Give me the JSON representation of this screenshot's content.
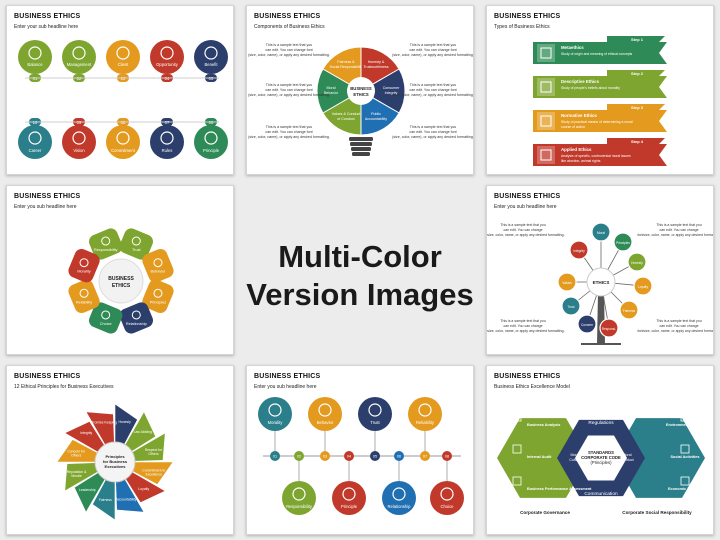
{
  "center": {
    "line1": "Multi-Color",
    "line2": "Version Images"
  },
  "slides": [
    {
      "title": "BUSINESS ETHICS",
      "subtitle": "Enter your sub headline here",
      "top_labels": [
        "Balance",
        "Management",
        "Client",
        "Opportunity",
        "Benefit"
      ],
      "top_nums": [
        "01",
        "02",
        "03",
        "04",
        "05"
      ],
      "bottom_labels": [
        "Career",
        "Vision",
        "Commitment",
        "Rules",
        "Principle"
      ],
      "bottom_nums": [
        "10",
        "09",
        "08",
        "07",
        "06"
      ]
    },
    {
      "title": "BUSINESS ETHICS",
      "subtitle": "Components of Business Ethics",
      "center_label": "BUSINESS ETHICS",
      "segments": [
        "Fairness & Social Responsibility",
        "Honesty & Trustworthiness",
        "Consumer Integrity",
        "Public Accountability",
        "Values & Conduct of Conduct",
        "Moral Behavior"
      ],
      "sample": "This is a sample text that you can edit. You can change font (size, color, name), or apply any desired formatting."
    },
    {
      "title": "BUSINESS ETHICS",
      "subtitle": "Types of Business Ethics",
      "steps": [
        {
          "step": "Step 1",
          "name": "Metaethics",
          "desc": "Study of origin and meaning of ethical concepts"
        },
        {
          "step": "Step 2",
          "name": "Descriptive Ethics",
          "desc": "Study of people's beliefs about morality"
        },
        {
          "step": "Step 3",
          "name": "Normative Ethics",
          "desc": "Study of practical means of determining a moral course of action"
        },
        {
          "step": "Step 4",
          "name": "Applied Ethics",
          "desc": "Analysis of specific, controversial moral issues like abortion, animal rights"
        }
      ]
    },
    {
      "title": "BUSINESS ETHICS",
      "subtitle": "Enter you sub headline here",
      "center_label": "BUSINESS ETHICS",
      "petals": [
        "Responsibility",
        "Trust",
        "Behavior",
        "Principles",
        "Relationship",
        "Choice",
        "Reliability",
        "Morality"
      ]
    },
    {
      "title": "BUSINESS ETHICS",
      "subtitle": "Enter you sub headline here",
      "center_label": "ETHICS",
      "nodes": [
        "Moral",
        "Principles",
        "Honesty",
        "Loyalty",
        "Fairness",
        "Responsi-bility",
        "Concern",
        "Trust",
        "Values",
        "Integrity"
      ],
      "sample": "This is a sample text that you can edit. You can change fontsize, color, name, or apply any desired formatting."
    },
    {
      "title": "BUSINESS ETHICS",
      "subtitle": "12 Ethical Principles for Business Executives",
      "center_label": "Principles for Business Executives",
      "blades": [
        "Honesty",
        "Law Abiding",
        "Respect for Others",
        "Commitment to Excellence",
        "Loyalty",
        "Accountability",
        "Fairness",
        "Leadership",
        "Reputation & Morale",
        "Concern for Others",
        "Integrity",
        "Promise Keeping"
      ]
    },
    {
      "title": "BUSINESS ETHICS",
      "subtitle": "Enter you sub headline here",
      "top_labels": [
        "Morality",
        "Behavior",
        "Trust",
        "Reliability"
      ],
      "nums": [
        "01",
        "02",
        "03",
        "04",
        "05",
        "06",
        "07",
        "08"
      ],
      "bottom_labels": [
        "Responsibility",
        "Principle",
        "Relationship",
        "Choice"
      ]
    },
    {
      "title": "BUSINESS ETHICS",
      "subtitle": "Business Ethics Excellence Model",
      "center_title": "STANDARDS CORPORATE CODE (Principles)",
      "regulations": "Regulations",
      "communication": "Communication",
      "moral_culture": "Moral Culture (Values)",
      "moral_conduct": "Moral Conduct (Values)",
      "left": [
        "Business Analysis",
        "Internal Audit",
        "Business Performance Assessment"
      ],
      "right": [
        "Environment Actions",
        "Social Activities",
        "Economic Stability"
      ],
      "footer_left": "Corporate Governance",
      "footer_right": "Corporate Social Responsibility"
    }
  ],
  "colors": {
    "teal": "#2a7f8a",
    "olive": "#7ea52f",
    "orange": "#e39a1e",
    "red": "#c0392b",
    "navy": "#2c3e6b",
    "green": "#2e8b57",
    "blue": "#1f6fb2",
    "gray": "#777777"
  }
}
